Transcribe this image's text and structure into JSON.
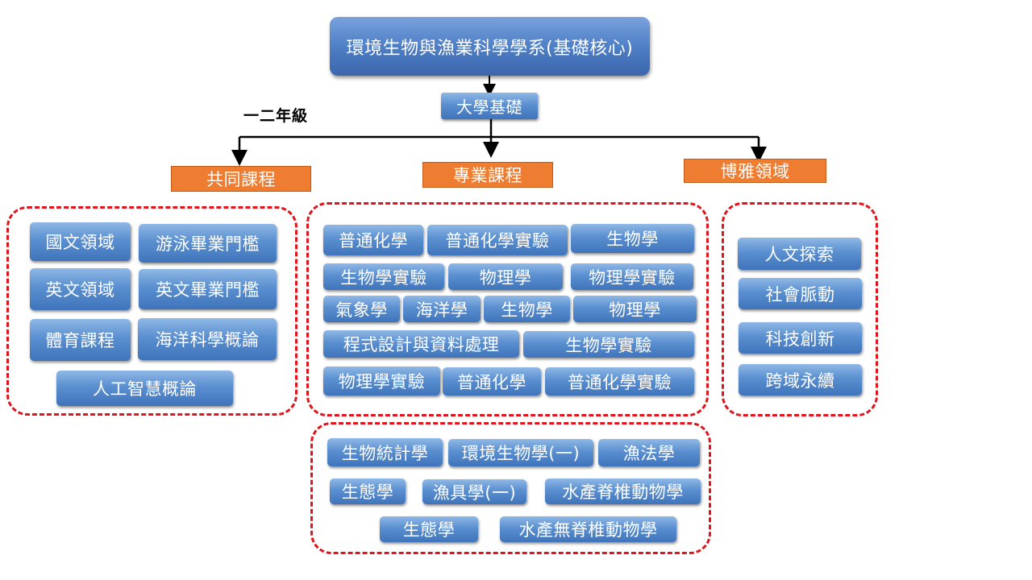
{
  "title": "環境生物與漁業科學學系(基礎核心)",
  "foundation": "大學基礎",
  "grade_label": "一二年級",
  "categories": {
    "common": "共同課程",
    "major": "專業課程",
    "liberal": "博雅領域"
  },
  "common_courses": [
    "國文領域",
    "游泳畢業門檻",
    "英文領域",
    "英文畢業門檻",
    "體育課程",
    "海洋科學概論",
    "人工智慧概論"
  ],
  "major_courses": [
    "普通化學",
    "普通化學實驗",
    "生物學",
    "生物學實驗",
    "物理學",
    "物理學實驗",
    "氣象學",
    "海洋學",
    "生物學",
    "物理學",
    "程式設計與資料處理",
    "生物學實驗",
    "物理學實驗",
    "普通化學",
    "普通化學實驗"
  ],
  "major_courses_2": [
    "生物統計學",
    "環境生物學(一)",
    "漁法學",
    "生態學",
    "漁具學(一)",
    "水產脊椎動物學",
    "生態學",
    "水產無脊椎動物學"
  ],
  "liberal_courses": [
    "人文探索",
    "社會脈動",
    "科技創新",
    "跨域永續"
  ]
}
